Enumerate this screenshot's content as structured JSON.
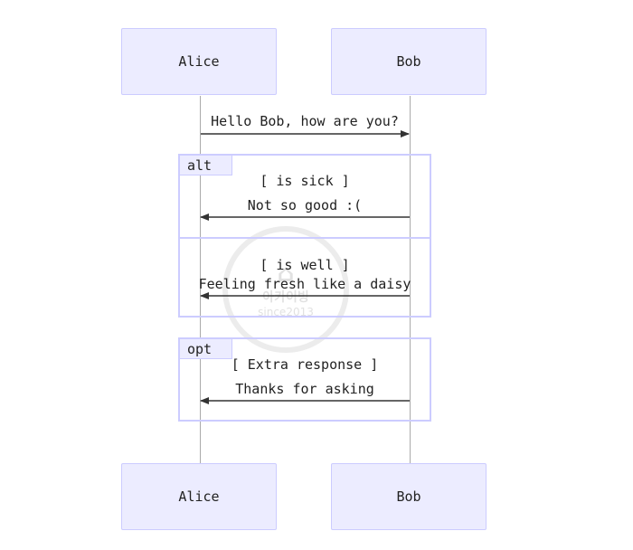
{
  "actors": {
    "top": [
      {
        "label": "Alice"
      },
      {
        "label": "Bob"
      }
    ],
    "bottom": [
      {
        "label": "Alice"
      },
      {
        "label": "Bob"
      }
    ]
  },
  "messages": [
    {
      "from": "Alice",
      "to": "Bob",
      "text": "Hello Bob, how are you?"
    },
    {
      "from": "Bob",
      "to": "Alice",
      "text": "Not so good :("
    },
    {
      "from": "Bob",
      "to": "Alice",
      "text": "Feeling fresh like a daisy"
    },
    {
      "from": "Bob",
      "to": "Alice",
      "text": "Thanks for asking"
    }
  ],
  "fragments": [
    {
      "label": "alt",
      "sections": [
        {
          "condition": "[ is sick ]"
        },
        {
          "condition": "[ is well ]"
        }
      ]
    },
    {
      "label": "opt",
      "sections": [
        {
          "condition": "[ Extra response ]"
        }
      ]
    }
  ],
  "watermark": {
    "line1": "아카이빙",
    "line2": "since2013"
  },
  "colors": {
    "actor_fill": "#ececff",
    "actor_border": "#ccccff",
    "lifeline": "#aaaaaa",
    "arrow": "#333333"
  }
}
